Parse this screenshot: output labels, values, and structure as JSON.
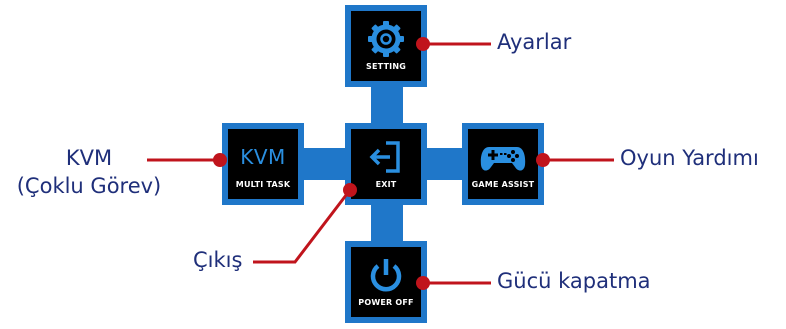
{
  "menu": {
    "tiles": {
      "setting": {
        "label": "SETTING",
        "icon": "gear-icon"
      },
      "multi_task": {
        "label": "MULTI TASK",
        "icon_text": "KVM"
      },
      "exit": {
        "label": "EXIT",
        "icon": "exit-icon"
      },
      "game_assist": {
        "label": "GAME ASSIST",
        "icon": "gamepad-icon"
      },
      "power_off": {
        "label": "POWER OFF",
        "icon": "power-icon"
      }
    }
  },
  "callouts": {
    "setting": "Ayarlar",
    "kvm_line1": "KVM",
    "kvm_line2": "(Çoklu Görev)",
    "game_assist": "Oyun Yardımı",
    "exit": "Çıkış",
    "power_off": "Gücü kapatma"
  },
  "colors": {
    "accent_blue": "#1f77c9",
    "icon_blue": "#2a8fe0",
    "leader_red": "#c0141c",
    "callout_text": "#1f2f7a"
  }
}
